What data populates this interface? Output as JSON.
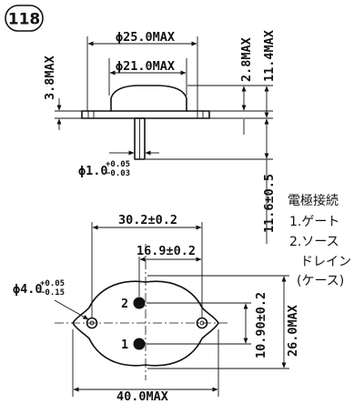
{
  "badge": {
    "number": "118"
  },
  "side_view": {
    "dim_outer_dia": "ϕ25.0MAX",
    "dim_inner_dia": "ϕ21.0MAX",
    "dim_flange_height": "3.8MAX",
    "dim_cap_height": "2.8MAX",
    "dim_total_height": "11.4MAX",
    "lead_dia_main": "ϕ1.0",
    "lead_dia_tol_upper": "+0.05",
    "lead_dia_tol_lower": "−0.03"
  },
  "lead_length": "11.6±0.5",
  "top_view": {
    "dim_hole_pitch": "30.2±0.2",
    "dim_pin_offset": "16.9±0.2",
    "dim_pin_spacing": "10.90±0.2",
    "dim_body_height": "26.0MAX",
    "dim_body_width": "40.0MAX",
    "hole_dia_main": "ϕ4.0",
    "hole_tol_upper": "+0.05",
    "hole_tol_lower": "−0.15",
    "pin_label_2": "2",
    "pin_label_1": "1"
  },
  "connection_notes": {
    "title": "電極接続",
    "line1": "1.ゲート",
    "line2": "2.ソース",
    "line3": "ドレイン",
    "line4": "(ケース)"
  }
}
